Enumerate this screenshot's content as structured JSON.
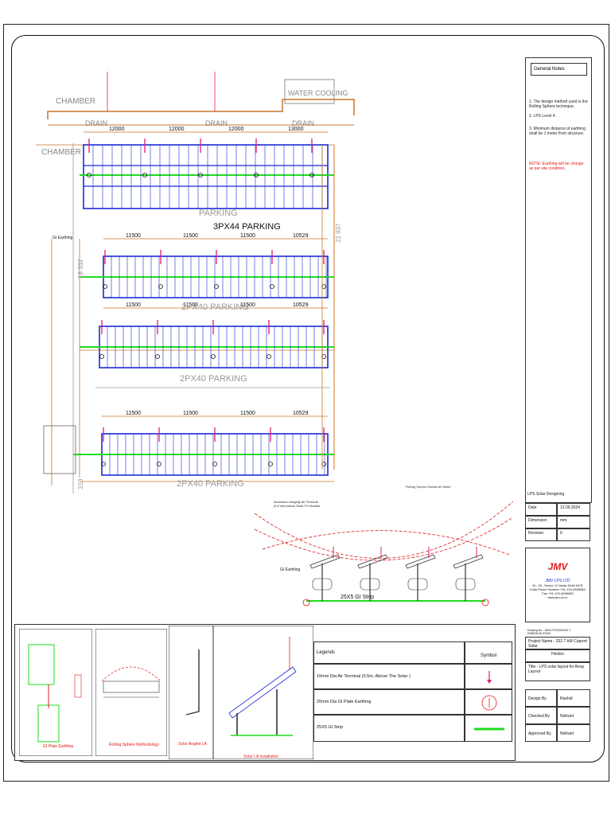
{
  "notes": {
    "heading": "General Notes",
    "items": [
      "1. The design method used is the Rolling Sphere technique.",
      "2. LPS Level 4.",
      "3. Minimum distance of earthing shall be 1 meter from structure."
    ],
    "note_red": "NOTE: Earthing will be change as per site condition."
  },
  "plan": {
    "labels": {
      "chamber1": "CHAMBER",
      "chamber2": "CHAMBER",
      "water": "WATER COOLING",
      "drain1": "DRAIN",
      "drain2": "DRAIN",
      "drain3": "DRAIN",
      "parking0": "PARKING",
      "row1": "3PX44 PARKING",
      "row2": "2PX40 PARKING",
      "row3": "2PX40 PARKING",
      "row4": "2PX40 PARKING",
      "gi_earthing": "GI Earthing",
      "dim_left": "18 332",
      "dim_right": "22 937",
      "dim_bottom": "310"
    },
    "top_dims": [
      "12000",
      "12000",
      "12000",
      "13000"
    ],
    "row_dims": [
      "11500",
      "11500",
      "11500",
      "10529"
    ]
  },
  "section": {
    "label_terminal": "Aluminium integrity Air Terminal (0.5 mtr) above Solar PV Module",
    "label_sphere": "Rolling Sphere Radius 60 Meter",
    "label_gi": "GI Earthing",
    "label_strip": "25X5 GI Strip"
  },
  "title_block": {
    "lps_design": "LPS Solar Designing",
    "rows": [
      {
        "k": "Date",
        "v": "12.09.2024"
      },
      {
        "k": "Dimension",
        "v": "mm"
      },
      {
        "k": "Revision",
        "v": "0"
      }
    ],
    "logo": "JMV",
    "company": "JMV LPS LTD",
    "address": [
      "M - 93 , Sector 11 Noida Delhi NCR",
      "India Phone Number +91-120-4696983",
      "Fax +91-120-4696983",
      "www.jmv.co.in"
    ],
    "drawing_no": "Drawing No.: JMV/LPS/2024/202.7 KWB/28.09.2024/0",
    "project": "Project Name - 202.7 kW Carport Solar",
    "location": "Hindon",
    "title": "Title - LPS solar layout for Array Layout",
    "people": [
      {
        "k": "Design By",
        "v": "Rashid"
      },
      {
        "k": "Checked By",
        "v": "Nishant"
      },
      {
        "k": "Approved By",
        "v": "Nishant"
      }
    ]
  },
  "bottom": {
    "captions": [
      "GI Plate Earthing",
      "Rolling Sphere Methodology",
      "Solar Angled LA",
      "Solar LA Installation"
    ],
    "legends_title": "Legends",
    "symbol_title": "Symbol",
    "legend_rows": [
      "10mm Dia Air Terminal (0.5m. Above The Solar )",
      "20mm Dia GI Plate Earthing",
      "25X5 GI Strip"
    ]
  },
  "colors": {
    "frame": "#111111",
    "panel": "#1a2ad6",
    "earth": "#1fdc1f",
    "terminal": "#e0187a",
    "dim": "#c8752a",
    "note": "#e01b1b"
  }
}
